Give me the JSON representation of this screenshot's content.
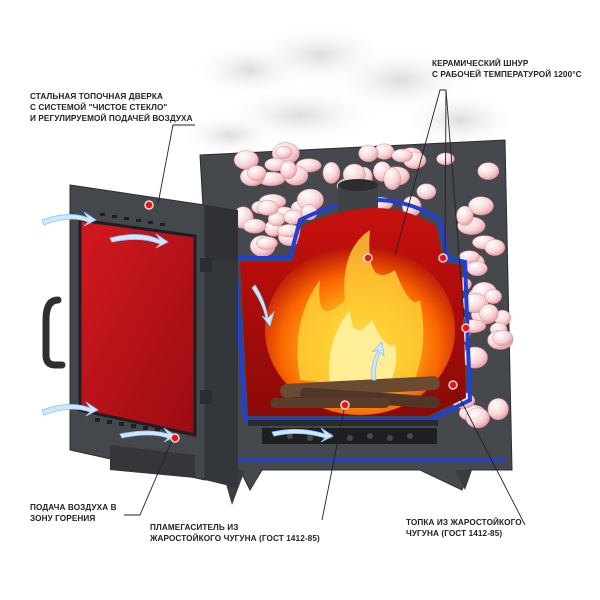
{
  "labels": {
    "door": [
      "СТАЛЬНАЯ ТОПОЧНАЯ ДВЕРКА",
      "С СИСТЕМОЙ \"ЧИСТОЕ СТЕКЛО\"",
      "И РЕГУЛИРУЕМОЙ ПОДАЧЕЙ ВОЗДУХА"
    ],
    "cord": [
      "КЕРАМИЧЕСКИЙ ШНУР",
      "С РАБОЧЕЙ ТЕМПЕРАТУРОЙ 1200°С"
    ],
    "air": [
      "ПОДАЧА ВОЗДУХА В",
      "ЗОНУ ГОРЕНИЯ"
    ],
    "flame": [
      "ПЛАМЕГАСИТЕЛЬ ИЗ",
      "ЖАРОСТОЙКОГО ЧУГУНА (ГОСТ 1412-85)"
    ],
    "firebox": [
      "ТОПКА ИЗ ЖАРОСТОЙКОГО",
      "ЧУГУНА (ГОСТ 1412-85)"
    ]
  },
  "colors": {
    "metal": "#4a4d52",
    "metal_dark": "#2e3034",
    "glass": "#c0141a",
    "cord": "#1f3fd6",
    "fire": "#ff8a00",
    "stone": "#f4c9cc",
    "leader": "#222222",
    "dot": "#e8141c"
  }
}
